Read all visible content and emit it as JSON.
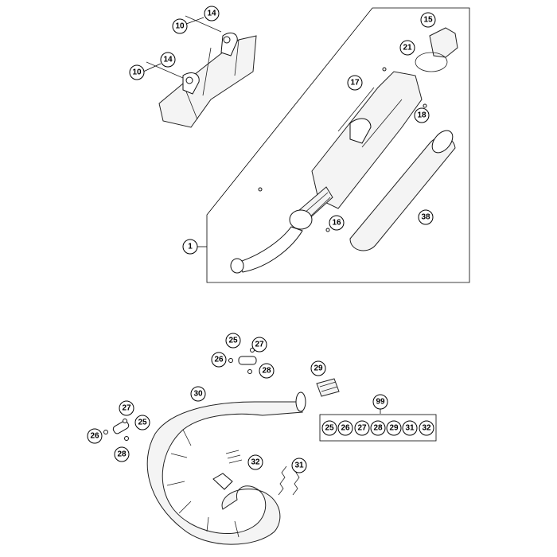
{
  "callouts": {
    "c10a": "10",
    "c14a": "14",
    "c10b": "10",
    "c14b": "14",
    "c15": "15",
    "c21": "21",
    "c17": "17",
    "c18": "18",
    "c16": "16",
    "c38": "38",
    "c1": "1",
    "c25a": "25",
    "c27a": "27",
    "c26a": "26",
    "c28a": "28",
    "c29": "29",
    "c30": "30",
    "c27b": "27",
    "c25b": "25",
    "c26b": "26",
    "c28b": "28",
    "c32": "32",
    "c31": "31",
    "c99": "99"
  },
  "kit_99": [
    "25",
    "26",
    "27",
    "28",
    "29",
    "31",
    "32"
  ]
}
